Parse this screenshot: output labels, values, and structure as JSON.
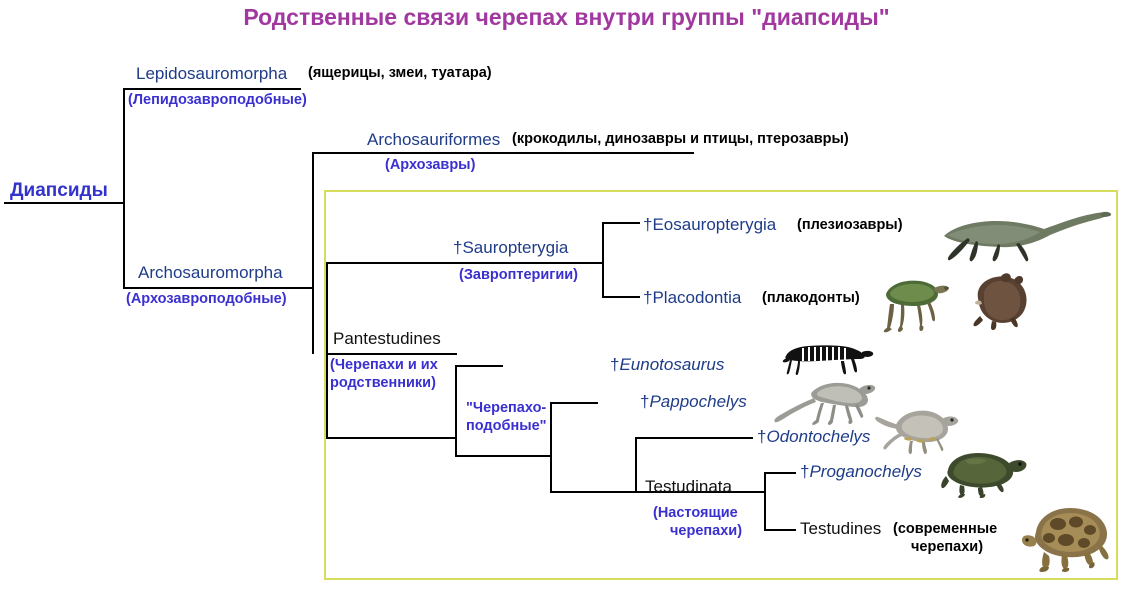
{
  "title": "Родственные связи черепах внутри группы \"диапсиды\"",
  "root": {
    "label": "Диапсиды"
  },
  "nodes": {
    "lepidosauromorpha": {
      "name": "Lepidosauromorpha",
      "common": "(ящерицы, змеи, туатара)",
      "russian": "(Лепидозавроподобные)"
    },
    "archosauriformes": {
      "name": "Archosauriformes",
      "common": "(крокодилы, динозавры и птицы, птерозавры)",
      "russian": "(Архозавры)"
    },
    "archosauromorpha": {
      "name": "Archosauromorpha",
      "russian": "(Архозавроподобные)"
    },
    "pantestudines": {
      "name": "Pantestudines",
      "russian": "(Черепахи и их родственники)",
      "russian_line1": "(Черепахи и их",
      "russian_line2": "родственники)"
    },
    "sauropterygia": {
      "dagger": "†",
      "name": "Sauropterygia",
      "russian": "(Завроптеригии)"
    },
    "eosauropterygia": {
      "dagger": "†",
      "name": "Eosauropterygia",
      "common": "(плезиозавры)"
    },
    "placodontia": {
      "dagger": "†",
      "name": "Placodontia",
      "common": "(плакодонты)"
    },
    "turtlelike": {
      "russian_line1": "\"Черепахо-",
      "russian_line2": "подобные\""
    },
    "eunotosaurus": {
      "dagger": "†",
      "name": "Eunotosaurus"
    },
    "pappochelys": {
      "dagger": "†",
      "name": "Pappochelys"
    },
    "odontochelys": {
      "dagger": "†",
      "name": "Odontochelys"
    },
    "testudinata": {
      "name": "Testudinata",
      "russian_line1": "(Настоящие",
      "russian_line2": "черепахи)"
    },
    "proganochelys": {
      "dagger": "†",
      "name": "Proganochelys"
    },
    "testudines": {
      "name": "Testudines",
      "common_line1": "(современные",
      "common_line2": "черепахи)"
    }
  },
  "artwork": [
    {
      "id": "plesiosaur-illustration",
      "label": "plesiosaur"
    },
    {
      "id": "placodont-green-illustration",
      "label": "placodont-green"
    },
    {
      "id": "placodont-brown-illustration",
      "label": "placodont-brown"
    },
    {
      "id": "eunotosaurus-skeleton-illustration",
      "label": "eunotosaurus-skeleton"
    },
    {
      "id": "pappochelys-illustration",
      "label": "pappochelys"
    },
    {
      "id": "odontochelys-illustration",
      "label": "odontochelys"
    },
    {
      "id": "proganochelys-illustration",
      "label": "proganochelys"
    },
    {
      "id": "tortoise-photo",
      "label": "modern-tortoise"
    }
  ],
  "colors": {
    "title": "#A0389F",
    "taxon": "#1F3C88",
    "russian": "#3A30CF",
    "root": "#3333CC",
    "clade_box_border": "#D6DC5B",
    "line": "#000000"
  }
}
